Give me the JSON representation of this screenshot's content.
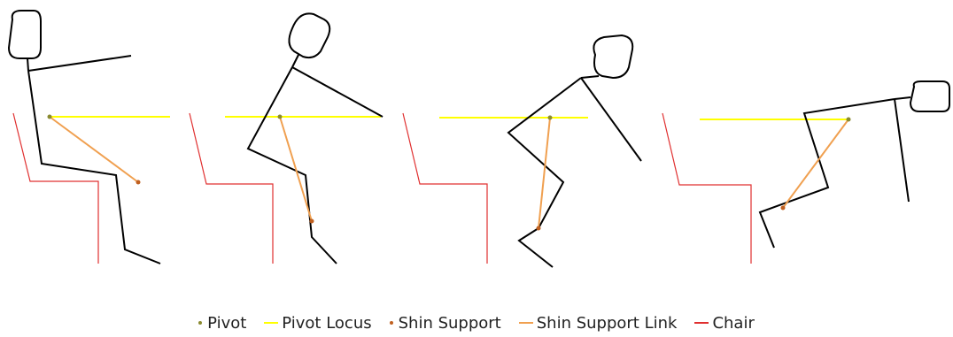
{
  "legend": {
    "pivot": "Pivot",
    "pivot_locus": "Pivot Locus",
    "shin_support": "Shin Support",
    "shin_support_link": "Shin Support Link",
    "chair": "Chair"
  },
  "colors": {
    "body": "#000000",
    "pivot_locus": "#ffff00",
    "shin_support_link": "#f0a050",
    "chair": "#e03030",
    "pivot_dot": "#8a8a30",
    "shin_support_dot": "#c06020"
  }
}
